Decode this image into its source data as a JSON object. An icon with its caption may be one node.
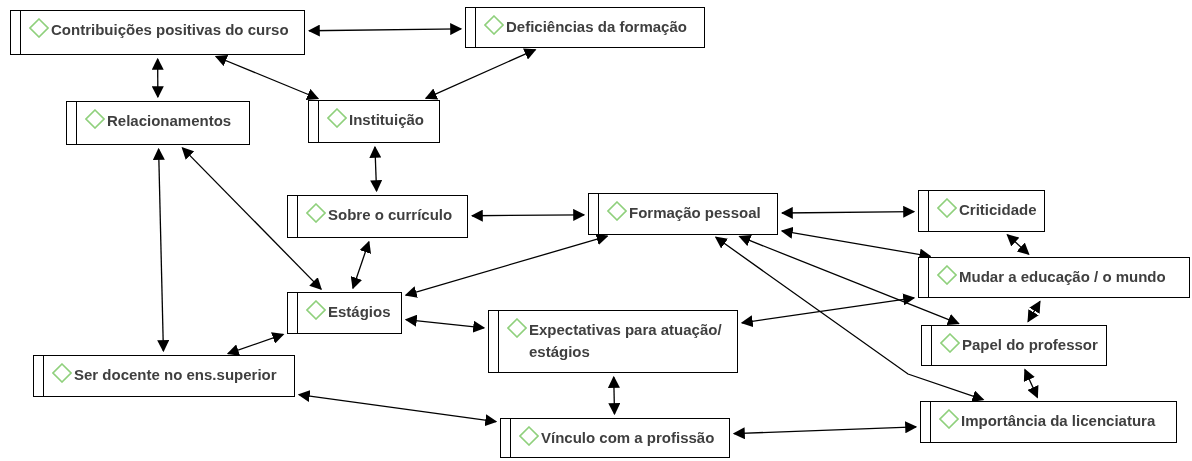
{
  "diagram": {
    "nodes": [
      {
        "text": [
          "Contribuições positivas do curso"
        ]
      },
      {
        "text": [
          "Deficiências da formação"
        ]
      },
      {
        "text": [
          "Relacionamentos"
        ]
      },
      {
        "text": [
          "Instituição"
        ]
      },
      {
        "text": [
          "Sobre o currículo"
        ]
      },
      {
        "text": [
          "Formação pessoal"
        ]
      },
      {
        "text": [
          "Criticidade"
        ]
      },
      {
        "text": [
          "Mudar a educação / o mundo"
        ]
      },
      {
        "text": [
          "Estágios"
        ]
      },
      {
        "text": [
          "Expectativas para atuação/ estágios"
        ]
      },
      {
        "text": [
          "Papel do professor"
        ]
      },
      {
        "text": [
          "Ser docente no ens.superior"
        ]
      },
      {
        "text": [
          "Importância da licenciatura"
        ]
      },
      {
        "text": [
          "Vínculo com a profissão"
        ]
      }
    ],
    "edges": [
      {
        "from": 0,
        "to": 1,
        "arrow": "both"
      },
      {
        "from": 0,
        "to": 2,
        "arrow": "both"
      },
      {
        "from": 0,
        "to": 3,
        "arrow": "both"
      },
      {
        "from": 1,
        "to": 3,
        "arrow": "both"
      },
      {
        "from": 3,
        "to": 4,
        "arrow": "both"
      },
      {
        "from": 2,
        "to": 8,
        "arrow": "both"
      },
      {
        "from": 2,
        "to": 11,
        "arrow": "both"
      },
      {
        "from": 4,
        "to": 8,
        "arrow": "both"
      },
      {
        "from": 4,
        "to": 5,
        "arrow": "both"
      },
      {
        "from": 5,
        "to": 8,
        "arrow": "both"
      },
      {
        "from": 5,
        "to": 6,
        "arrow": "both"
      },
      {
        "from": 5,
        "to": 7,
        "arrow": "both"
      },
      {
        "from": 5,
        "to": 10,
        "arrow": "both"
      },
      {
        "from": 5,
        "to": 12,
        "arrow": "both"
      },
      {
        "from": 7,
        "to": 9,
        "arrow": "both"
      },
      {
        "from": 8,
        "to": 9,
        "arrow": "both"
      },
      {
        "from": 8,
        "to": 11,
        "arrow": "both"
      },
      {
        "from": 9,
        "to": 13,
        "arrow": "both"
      },
      {
        "from": 11,
        "to": 13,
        "arrow": "both"
      },
      {
        "from": 13,
        "to": 12,
        "arrow": "both"
      },
      {
        "from": 6,
        "to": 7,
        "arrow": "both"
      },
      {
        "from": 7,
        "to": 10,
        "arrow": "both"
      },
      {
        "from": 10,
        "to": 12,
        "arrow": "both"
      }
    ]
  }
}
